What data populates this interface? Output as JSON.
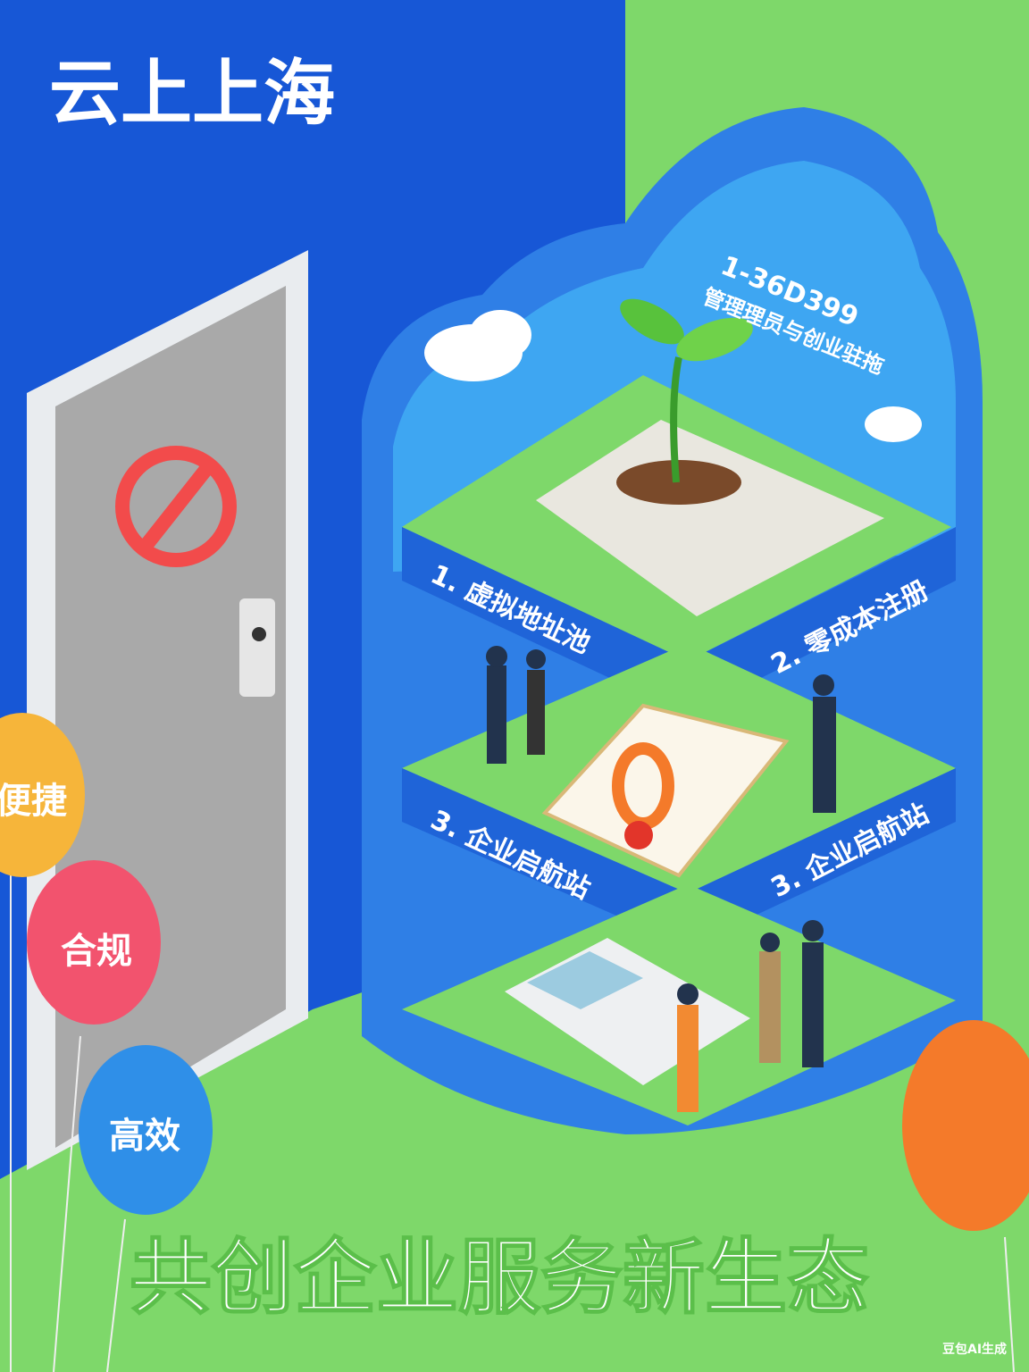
{
  "poster": {
    "title": "云上上海",
    "slogan": "共创企业服务新生态",
    "watermark": "豆包AI生成",
    "cloud_code": "1-36D399",
    "cloud_caption": "管理理员与创业驻拖",
    "floors": [
      {
        "label": "1. 虚拟地址池"
      },
      {
        "label": "2. 零成本注册"
      },
      {
        "label": "3. 企业启航站"
      },
      {
        "label": "3. 企业启航站"
      }
    ],
    "balloons": [
      {
        "label": "便捷",
        "color": "#f6b53a"
      },
      {
        "label": "合规",
        "color": "#f2536e"
      },
      {
        "label": "高效",
        "color": "#2f8fe8"
      },
      {
        "label": "",
        "color": "#f47a2a"
      }
    ],
    "door_icon": "prohibited-icon",
    "colors": {
      "blue_bg": "#1757d6",
      "green_bg": "#7ed86a",
      "cloud": "#3ea6f2",
      "building": "#2f7fe6"
    }
  }
}
